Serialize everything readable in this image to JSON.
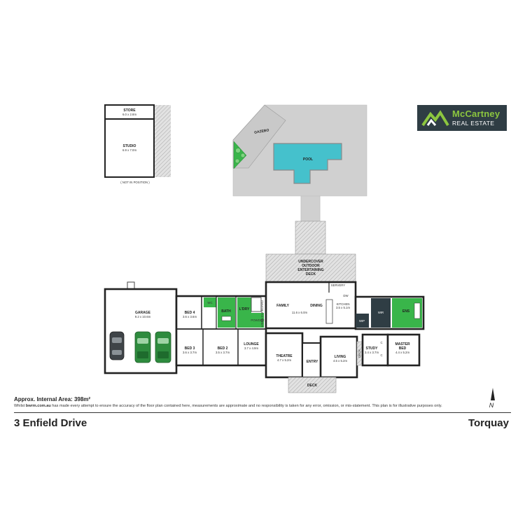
{
  "branding": {
    "logo_name": "McCartney",
    "logo_tagline": "REAL ESTATE",
    "colors": {
      "logo_bg": "#2f3d44",
      "logo_accent": "#8cc63f",
      "wet_area": "#39b54a",
      "pool": "#45c1cc",
      "hardscape": "#d0d0d0",
      "walls": "#222222"
    }
  },
  "plan": {
    "outbuilding": {
      "store": {
        "name": "STORE",
        "dims": "6.0 x 2.8m"
      },
      "studio": {
        "name": "STUDIO",
        "dims": "6.9 x 7.0m"
      },
      "note": "( NOT IN POSITION )"
    },
    "gazebo": "GAZEBO",
    "pool": "POOL",
    "deck_rear": [
      "UNDERCOVER",
      "OUTDOOR",
      "ENTERTAINING",
      "DECK"
    ],
    "servery": "SERVERY",
    "dw": "DW",
    "garage": {
      "name": "GARAGE",
      "dims": "9.2 x 10.6m"
    },
    "bed4": {
      "name": "BED 4",
      "dims": "3.6 x 3.6m"
    },
    "bath": "BATH",
    "wc": "WC",
    "ldry": "L'DRY",
    "linen_cupboard": "LINEN CUPBOARD",
    "powder": "POWDER",
    "family": "FAMILY",
    "dining": "DINING",
    "family_dims": "11.6 x 6.0m",
    "kitchen": {
      "name": "KITCHEN",
      "dims": "3.5 x 5.1m"
    },
    "wip": "WIP",
    "wir": "WIR",
    "ens": "ENS",
    "bed3": {
      "name": "BED 3",
      "dims": "3.6 x 3.7m"
    },
    "bed2": {
      "name": "BED 2",
      "dims": "3.5 x 3.7m"
    },
    "lounge": {
      "name": "LOUNGE",
      "dims": "3.7 x 4.9m"
    },
    "theatre": {
      "name": "THEATRE",
      "dims": "4.7 x 5.2m"
    },
    "entry": "ENTRY",
    "living": {
      "name": "LIVING",
      "dims": "4.5 x 5.2m"
    },
    "deck_side": "DECK",
    "study": {
      "name": "STUDY",
      "dims": "3.4 x 3.7m"
    },
    "master": {
      "name": "MASTER",
      "name2": "BED",
      "dims": "4.4 x 5.2m"
    },
    "deck_front": "DECK",
    "compass": "N",
    "c": "C"
  },
  "footer": {
    "area": "Approx. Internal Area: 398m²",
    "disclaimer_prefix": "Whilst ",
    "disclaimer_site": "bwrm.com.au",
    "disclaimer_rest": " has made every attempt to ensure the accuracy of the floor plan contained here, measurements are approximate and no responsibility is taken for any error, omission, or mis-statement. This plan is for illustrative purposes only.",
    "address": "3 Enfield Drive",
    "suburb": "Torquay"
  }
}
